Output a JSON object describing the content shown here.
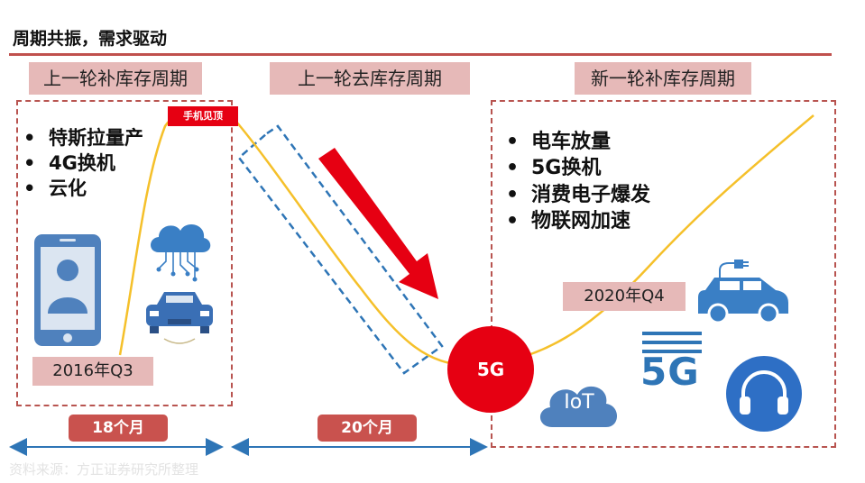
{
  "header": {
    "title": "周期共振，需求驱动"
  },
  "phases": [
    {
      "label": "上一轮补库存周期"
    },
    {
      "label": "上一轮去库存周期"
    },
    {
      "label": "新一轮补库存周期"
    }
  ],
  "left_bullets": [
    "特斯拉量产",
    "4G换机",
    "云化"
  ],
  "right_bullets": [
    "电车放量",
    "5G换机",
    "消费电子爆发",
    "物联网加速"
  ],
  "peak_label": "手机见顶",
  "dates": {
    "start": "2016年Q3",
    "end": "2020年Q4"
  },
  "durations": [
    "18个月",
    "20个月"
  ],
  "center_circle": "5G",
  "icons": {
    "iot_label": "IoT",
    "fiveg_label": "5G",
    "list": [
      "smartphone-icon",
      "cloud-icon",
      "car-icon",
      "electric-car-icon",
      "5g-signal-icon",
      "headphones-icon",
      "iot-cloud-icon"
    ]
  },
  "colors": {
    "curve": "#f5c02a",
    "arrow": "#e60012",
    "accent_blue": "#2e75b6",
    "icon_blue": "#3a7fc5",
    "badge": "#c9524e",
    "label_bg": "#e6b9b8",
    "box_border": "#b85450"
  },
  "source": "资料来源：方正证券研究所整理"
}
